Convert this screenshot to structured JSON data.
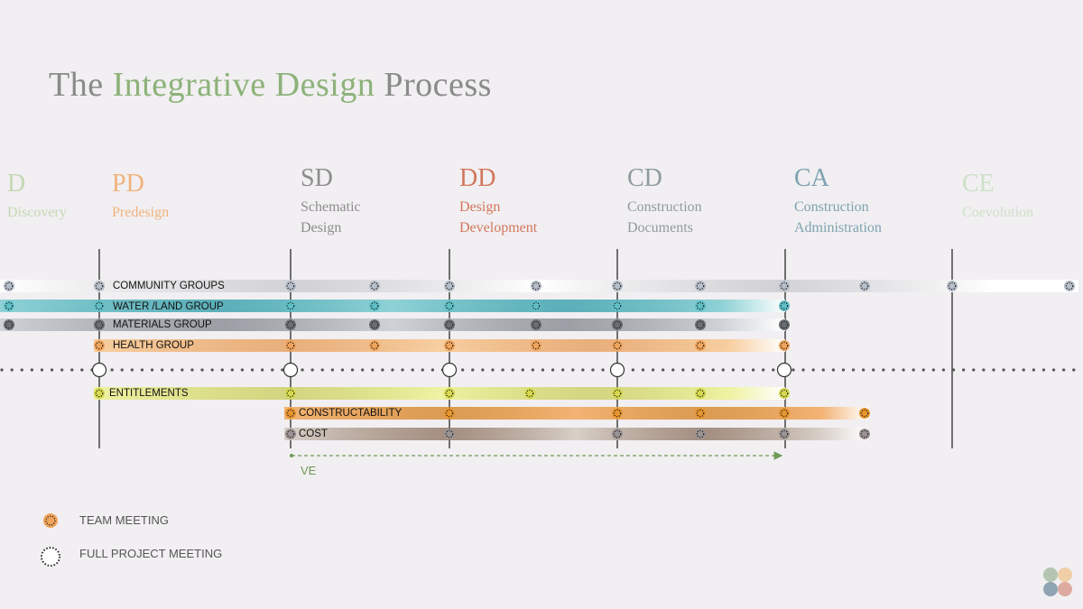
{
  "title": {
    "part1": "The ",
    "accent": "Integrative Design",
    "part2": " Process"
  },
  "phases": [
    {
      "abbr": "D",
      "name": "Discovery",
      "color": "#c4d8b4"
    },
    {
      "abbr": "PD",
      "name": "Predesign",
      "color": "#f0b27c"
    },
    {
      "abbr": "SD",
      "name": "Schematic Design",
      "color": "#8d8d8d"
    },
    {
      "abbr": "DD",
      "name": "Design Development",
      "color": "#d2775e"
    },
    {
      "abbr": "CD",
      "name": "Construction Documents",
      "color": "#8e9ba0"
    },
    {
      "abbr": "CA",
      "name": "Construction Administration",
      "color": "#7ea2b2"
    },
    {
      "abbr": "CE",
      "name": "Coevolution",
      "color": "#cde0c8"
    }
  ],
  "lanes": [
    {
      "label": "COMMUNITY GROUPS",
      "color": "#ffffff",
      "accent": "#c8c8cc",
      "meeting_color": "#b6bec9"
    },
    {
      "label": "WATER /LAND GROUP",
      "color": "#8fd2d6",
      "accent": "#2a9aa6",
      "meeting_color": "#5fbfc6"
    },
    {
      "label": "MATERIALS GROUP",
      "color": "#cfd3d8",
      "accent": "#7f858c",
      "meeting_color": "#6b6f74"
    },
    {
      "label": "HEALTH GROUP",
      "color": "#f8cfa1",
      "accent": "#e59a55",
      "meeting_color": "#f0a45c"
    },
    {
      "label": "ENTITLEMENTS",
      "color": "#eef2a2",
      "accent": "#c9cc5a",
      "meeting_color": "#d7d94f"
    },
    {
      "label": "CONSTRUCTABILITY",
      "color": "#f3b374",
      "accent": "#d4801f",
      "meeting_color": "#e8952f"
    },
    {
      "label": "COST",
      "color": "#d8cfc8",
      "accent": "#8a6f5c",
      "meeting_color": "#9c9494"
    }
  ],
  "ve": {
    "label": "VE",
    "color": "#6e9a55"
  },
  "legend": [
    {
      "label": "TEAM MEETING",
      "icon": "team-meeting-icon",
      "color": "#f0a45c"
    },
    {
      "label": "FULL PROJECT MEETING",
      "icon": "full-project-meeting-icon",
      "color": "#222222"
    }
  ]
}
